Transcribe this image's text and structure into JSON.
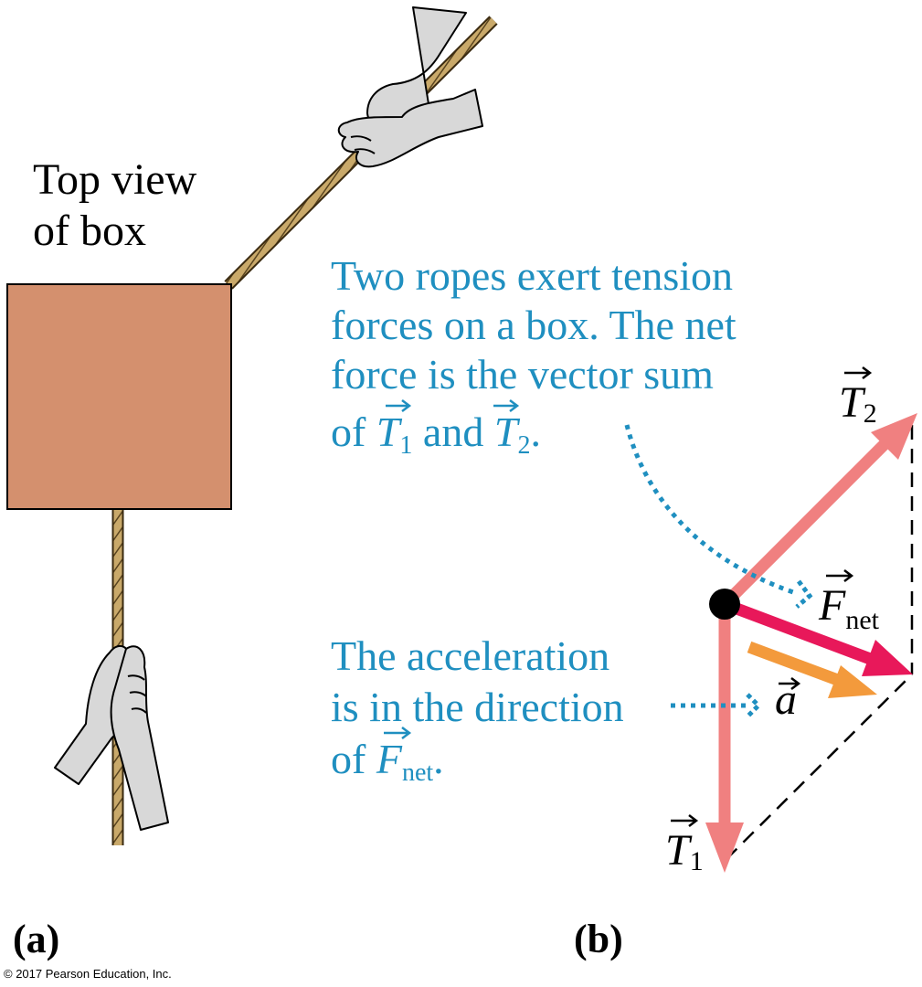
{
  "panel_a": {
    "label": "(a)",
    "caption_line1": "Top view",
    "caption_line2": "of box"
  },
  "panel_b": {
    "label": "(b)",
    "note1_line1": "Two ropes exert tension",
    "note1_line2": "forces on a box. The net",
    "note1_line3": "force is the vector sum",
    "note1_line4_prefix": "of ",
    "note1_line4_mid": " and ",
    "note1_line4_suffix": ".",
    "note2_line1": "The acceleration",
    "note2_line2": "is in the direction",
    "note2_line3_prefix": "of ",
    "note2_line3_suffix": ".",
    "vector_T": "T",
    "sub_1": "1",
    "sub_2": "2",
    "vector_F": "F",
    "sub_net": "net",
    "vector_a": "a"
  },
  "copyright": "© 2017 Pearson Education, Inc.",
  "colors": {
    "box": "#d4906e",
    "tension": "#f08080",
    "net_force": "#e8185a",
    "acceleration": "#f39a3c",
    "annotation": "#1f8fc0",
    "rope": "#c9a96a"
  }
}
